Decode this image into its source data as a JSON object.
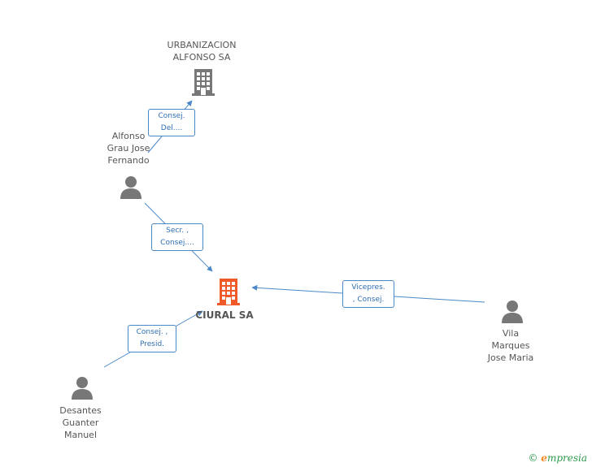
{
  "nodes": {
    "urbanizacion": {
      "lines": [
        "URBANIZACION",
        "ALFONSO SA"
      ],
      "type": "company",
      "color": "#777777"
    },
    "ciural": {
      "lines": [
        "CIURAL SA"
      ],
      "type": "company",
      "color": "#f05a28"
    },
    "alfonso": {
      "lines": [
        "Alfonso",
        "Grau Jose",
        "Fernando"
      ],
      "type": "person",
      "color": "#777777"
    },
    "vila": {
      "lines": [
        "Vila",
        "Marques",
        "Jose Maria"
      ],
      "type": "person",
      "color": "#777777"
    },
    "desantes": {
      "lines": [
        "Desantes",
        "Guanter",
        "Manuel"
      ],
      "type": "person",
      "color": "#777777"
    }
  },
  "edges": {
    "alfonso_urbanizacion": {
      "lines": [
        "Consej.",
        "Del...."
      ]
    },
    "alfonso_ciural": {
      "lines": [
        "Secr. ,",
        "Consej...."
      ]
    },
    "vila_ciural": {
      "lines": [
        "Vicepres.",
        ", Consej."
      ]
    },
    "desantes_ciural": {
      "lines": [
        "Consej. ,",
        "Presid."
      ]
    }
  },
  "colors": {
    "edge": "#4a88c7"
  },
  "footer": {
    "copyright": "©",
    "brand_first": "e",
    "brand_rest": "mpresia"
  }
}
